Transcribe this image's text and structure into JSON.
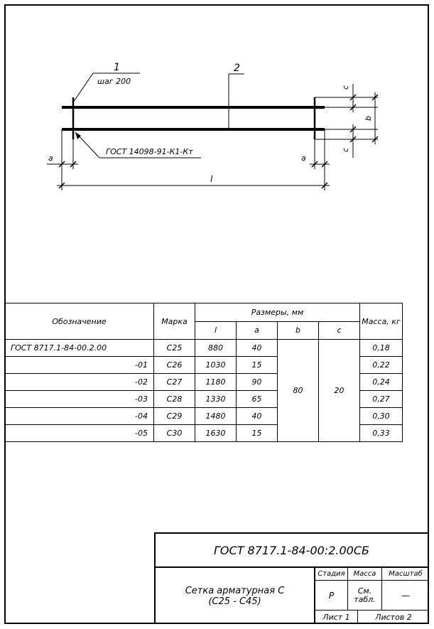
{
  "drawing": {
    "leaders": {
      "pos1": "1",
      "pos1_note": "шаг 200",
      "pos2": "2",
      "weld_note": "ГОСТ 14098-91-К1-Кт"
    },
    "dims": {
      "a_left": "a",
      "a_right": "a",
      "c_top": "c",
      "c_bottom": "c",
      "b": "b",
      "l": "l"
    }
  },
  "table": {
    "headers": {
      "designation": "Обозначение",
      "mark": "Марка",
      "dims": "Размеры, мм",
      "mass": "Масса, кг"
    },
    "subheaders": {
      "l": "l",
      "a": "a",
      "b": "b",
      "c": "c"
    },
    "b_value": "80",
    "c_value": "20",
    "rows": [
      {
        "designation": "ГОСТ 8717.1-84-00.2.00",
        "mark": "С25",
        "l": "880",
        "a": "40",
        "mass": "0,18"
      },
      {
        "designation": "-01",
        "mark": "С26",
        "l": "1030",
        "a": "15",
        "mass": "0,22"
      },
      {
        "designation": "-02",
        "mark": "С27",
        "l": "1180",
        "a": "90",
        "mass": "0,24"
      },
      {
        "designation": "-03",
        "mark": "С28",
        "l": "1330",
        "a": "65",
        "mass": "0,27"
      },
      {
        "designation": "-04",
        "mark": "С29",
        "l": "1480",
        "a": "40",
        "mass": "0,30"
      },
      {
        "designation": "-05",
        "mark": "С30",
        "l": "1630",
        "a": "15",
        "mass": "0,33"
      }
    ]
  },
  "title_block": {
    "code": "ГОСТ 8717.1-84-00:2.00СБ",
    "name_line1": "Сетка арматурная С",
    "name_line2": "(С25 - С45)",
    "stage_label": "Стадия",
    "mass_label": "Масса",
    "scale_label": "Масштаб",
    "stage_value": "Р",
    "mass_value_line1": "См.",
    "mass_value_line2": "табл.",
    "scale_value": "—",
    "sheet": "Лист 1",
    "sheets": "Листов 2"
  }
}
